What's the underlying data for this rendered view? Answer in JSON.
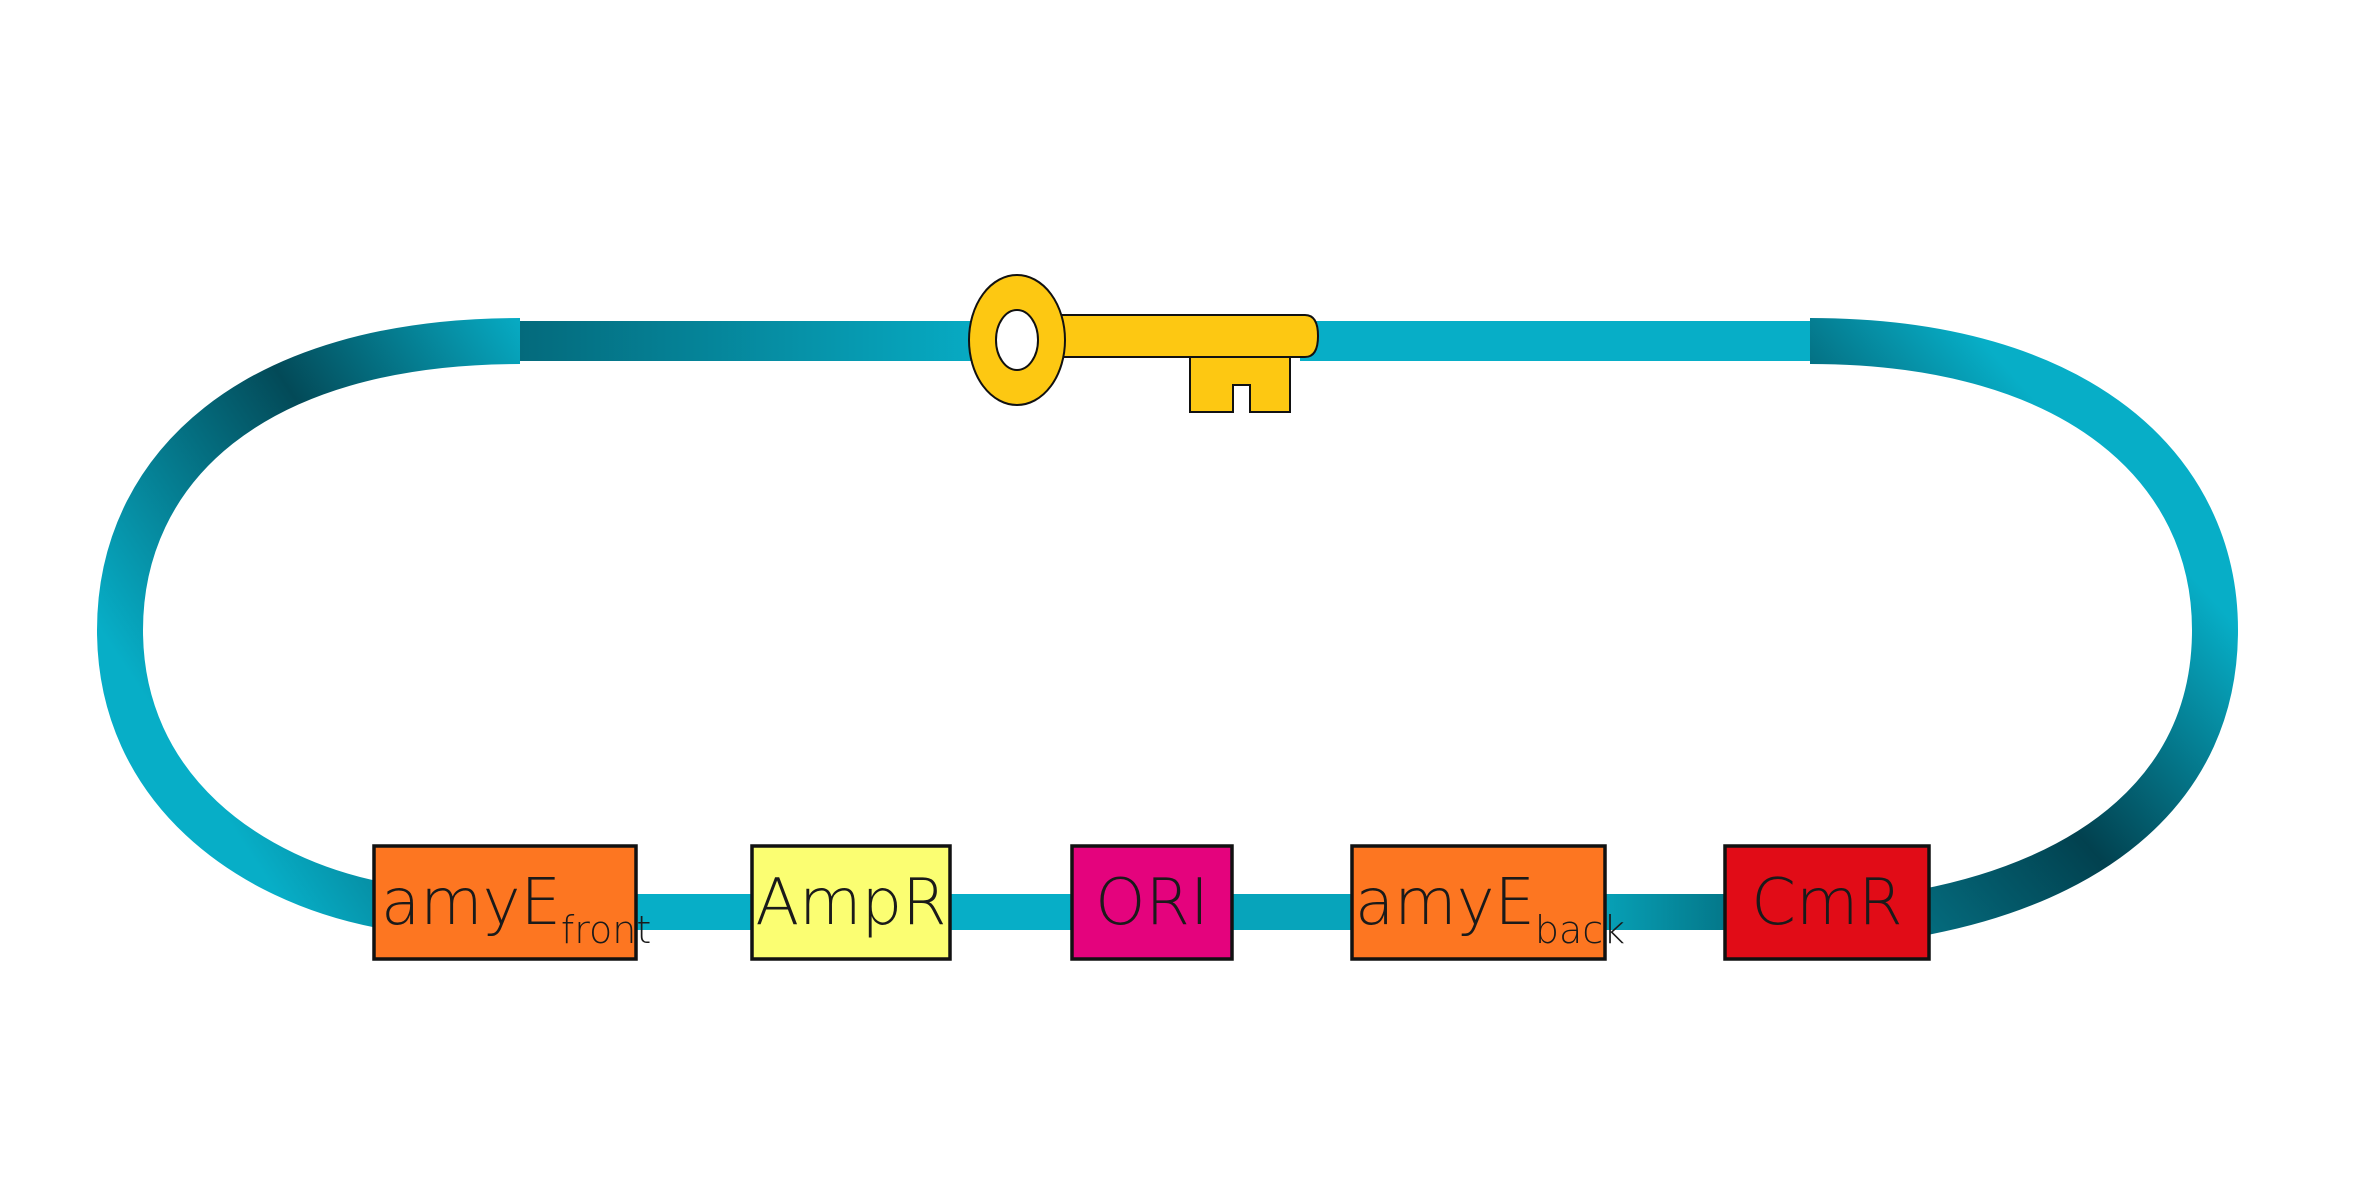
{
  "diagram": {
    "parts": [
      {
        "id": "amyE-front",
        "label": "amyE",
        "subscript": "front",
        "color": "#fd7621"
      },
      {
        "id": "ampR",
        "label": "AmpR",
        "subscript": "",
        "color": "#fbfe72"
      },
      {
        "id": "ori",
        "label": "ORI",
        "subscript": "",
        "color": "#e4037d"
      },
      {
        "id": "amyE-back",
        "label": "amyE",
        "subscript": "back",
        "color": "#fd7621"
      },
      {
        "id": "cmR",
        "label": "CmR",
        "subscript": "",
        "color": "#e10c17"
      }
    ],
    "backbone": {
      "color_light": "#07aec7",
      "color_dark": "#02414f"
    },
    "key_icon": {
      "name": "key-icon",
      "color": "#fdc812"
    }
  }
}
